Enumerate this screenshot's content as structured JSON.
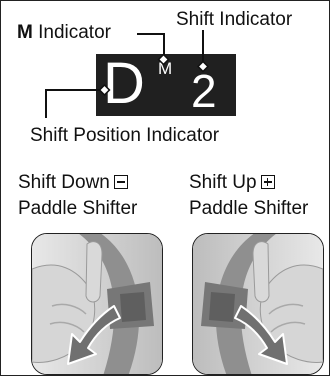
{
  "labels": {
    "m_indicator_bold": "M",
    "m_indicator_rest": " Indicator",
    "shift_indicator": "Shift Indicator",
    "shift_position_indicator": "Shift Position Indicator",
    "shift_down_line1": "Shift Down",
    "shift_down_line2": "Paddle Shifter",
    "shift_up_line1": "Shift Up",
    "shift_up_line2": "Paddle Shifter"
  },
  "display": {
    "position": "D",
    "mode": "M",
    "gear": "2"
  },
  "colors": {
    "display_bg": "#202020",
    "display_text": "#ffffff",
    "arrow": "#6e6e6e",
    "hand": "#cfcfcf",
    "wheel": "#8a8a8a"
  }
}
